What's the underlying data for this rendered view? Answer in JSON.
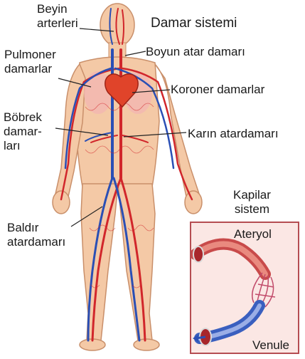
{
  "diagram": {
    "title": "Damar sistemi",
    "labels": {
      "beyin_arterleri": "Beyin\narterleri",
      "boyun_atar": "Boyun atar damarı",
      "pulmoner": "Pulmoner\ndamarlar",
      "koroner": "Koroner damarlar",
      "bobrek": "Böbrek\ndamar-\nları",
      "karin": "Karın atardamarı",
      "baldir": "Baldır\natardamarı",
      "kapilar": "Kapilar\nsistem",
      "ateryol": "Ateryol",
      "venule": "Venule"
    }
  },
  "colors": {
    "skin": "#f4c9a6",
    "skin_edge": "#c98f6a",
    "artery": "#d1262b",
    "vein": "#2a4fb5",
    "heart": "#e0442a",
    "lung": "#f2b7b0",
    "inset_border": "#b54d52",
    "inset_bg": "#fbe7e4"
  }
}
